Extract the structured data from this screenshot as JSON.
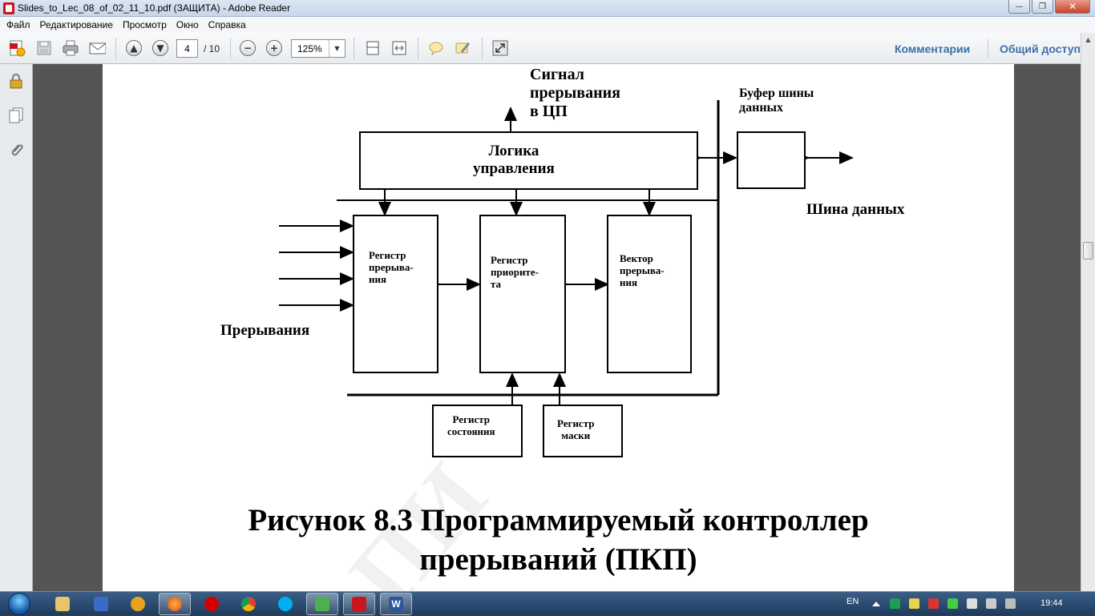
{
  "window": {
    "title": "Slides_to_Lec_08_of_02_11_10.pdf (ЗАЩИТА) - Adobe Reader"
  },
  "menu": {
    "items": [
      "Файл",
      "Редактирование",
      "Просмотр",
      "Окно",
      "Справка"
    ]
  },
  "toolbar": {
    "page_current": "4",
    "page_total": "/ 10",
    "zoom": "125%",
    "comments_label": "Комментарии",
    "share_label": "Общий доступ"
  },
  "diagram": {
    "signal_label": "Сигнал\nпрерывания\nв ЦП",
    "buffer_label": "Буфер шины\nданных",
    "data_bus_label": "Шина данных",
    "control_logic_label": "Логика\nуправления",
    "interrupt_register_label": "Регистр\nпрерыва-\nния",
    "priority_register_label": "Регистр\nприорите-\nта",
    "vector_label": "Вектор\nпрерыва-\nния",
    "interrupts_label": "Прерывания",
    "status_register_label": "Регистр\nсостояния",
    "mask_register_label": "Регистр\nмаски",
    "caption_line1": "Рисунок 8.3 Программируемый контроллер",
    "caption_line2": "прерываний (ПКП)"
  },
  "taskbar": {
    "language": "EN",
    "clock": "19:44"
  }
}
